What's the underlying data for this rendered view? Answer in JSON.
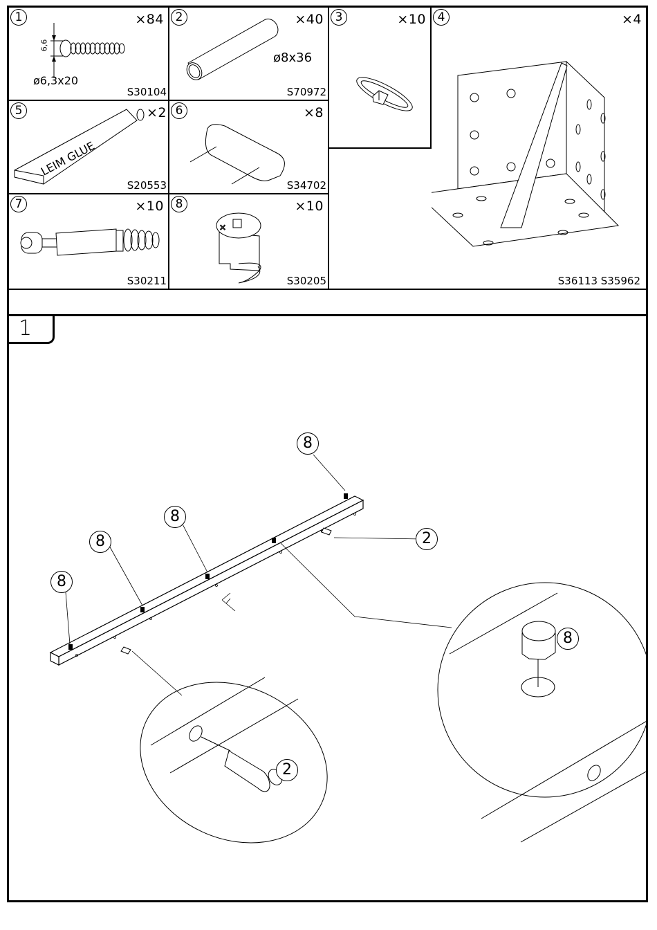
{
  "parts": [
    {
      "number": "1",
      "quantity": "×84",
      "code": "S30104",
      "dimension": "ø6,3x20",
      "dim_label": "6,6",
      "icon": "screw-icon"
    },
    {
      "number": "2",
      "quantity": "×40",
      "code": "S70972",
      "dimension": "ø8x36",
      "icon": "dowel-icon"
    },
    {
      "number": "3",
      "quantity": "×10",
      "code": "",
      "icon": "cam-washer-icon"
    },
    {
      "number": "4",
      "quantity": "×4",
      "code": "S36113  S35962",
      "icon": "angle-bracket-icon"
    },
    {
      "number": "5",
      "quantity": "×2",
      "code": "S20553",
      "tube_text": "LEIM GLUE",
      "icon": "glue-tube-icon"
    },
    {
      "number": "6",
      "quantity": "×8",
      "code": "S34702",
      "icon": "felt-pad-icon"
    },
    {
      "number": "7",
      "quantity": "×10",
      "code": "S30211",
      "icon": "cam-bolt-icon"
    },
    {
      "number": "8",
      "quantity": "×10",
      "code": "S30205",
      "icon": "cam-lock-icon"
    }
  ],
  "step": {
    "number": "1",
    "callouts": {
      "cam_lock": "8",
      "dowel": "2"
    }
  }
}
